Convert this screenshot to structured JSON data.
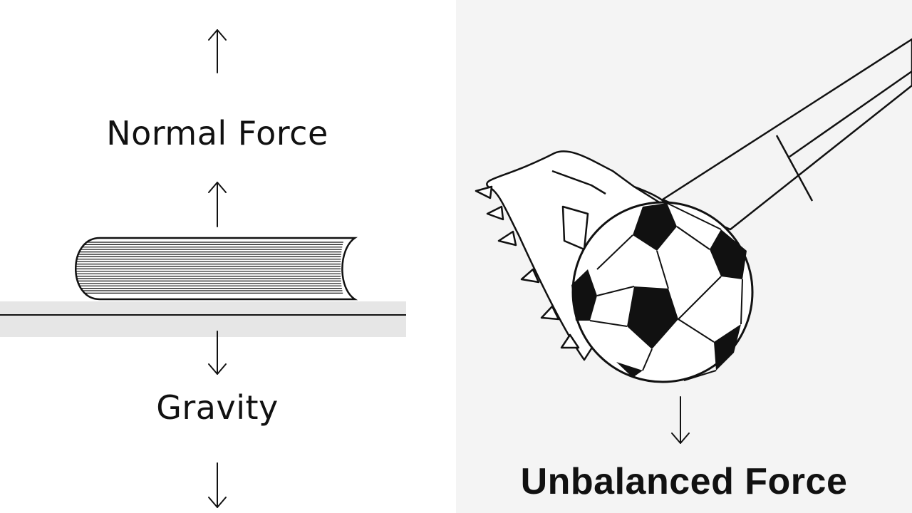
{
  "left_panel": {
    "normal_force_label": "Normal Force",
    "gravity_label": "Gravity"
  },
  "right_panel": {
    "unbalanced_force_label": "Unbalanced Force"
  },
  "colors": {
    "ink": "#111111",
    "table": "#e6e6e6",
    "right_background": "#f4f4f4"
  }
}
